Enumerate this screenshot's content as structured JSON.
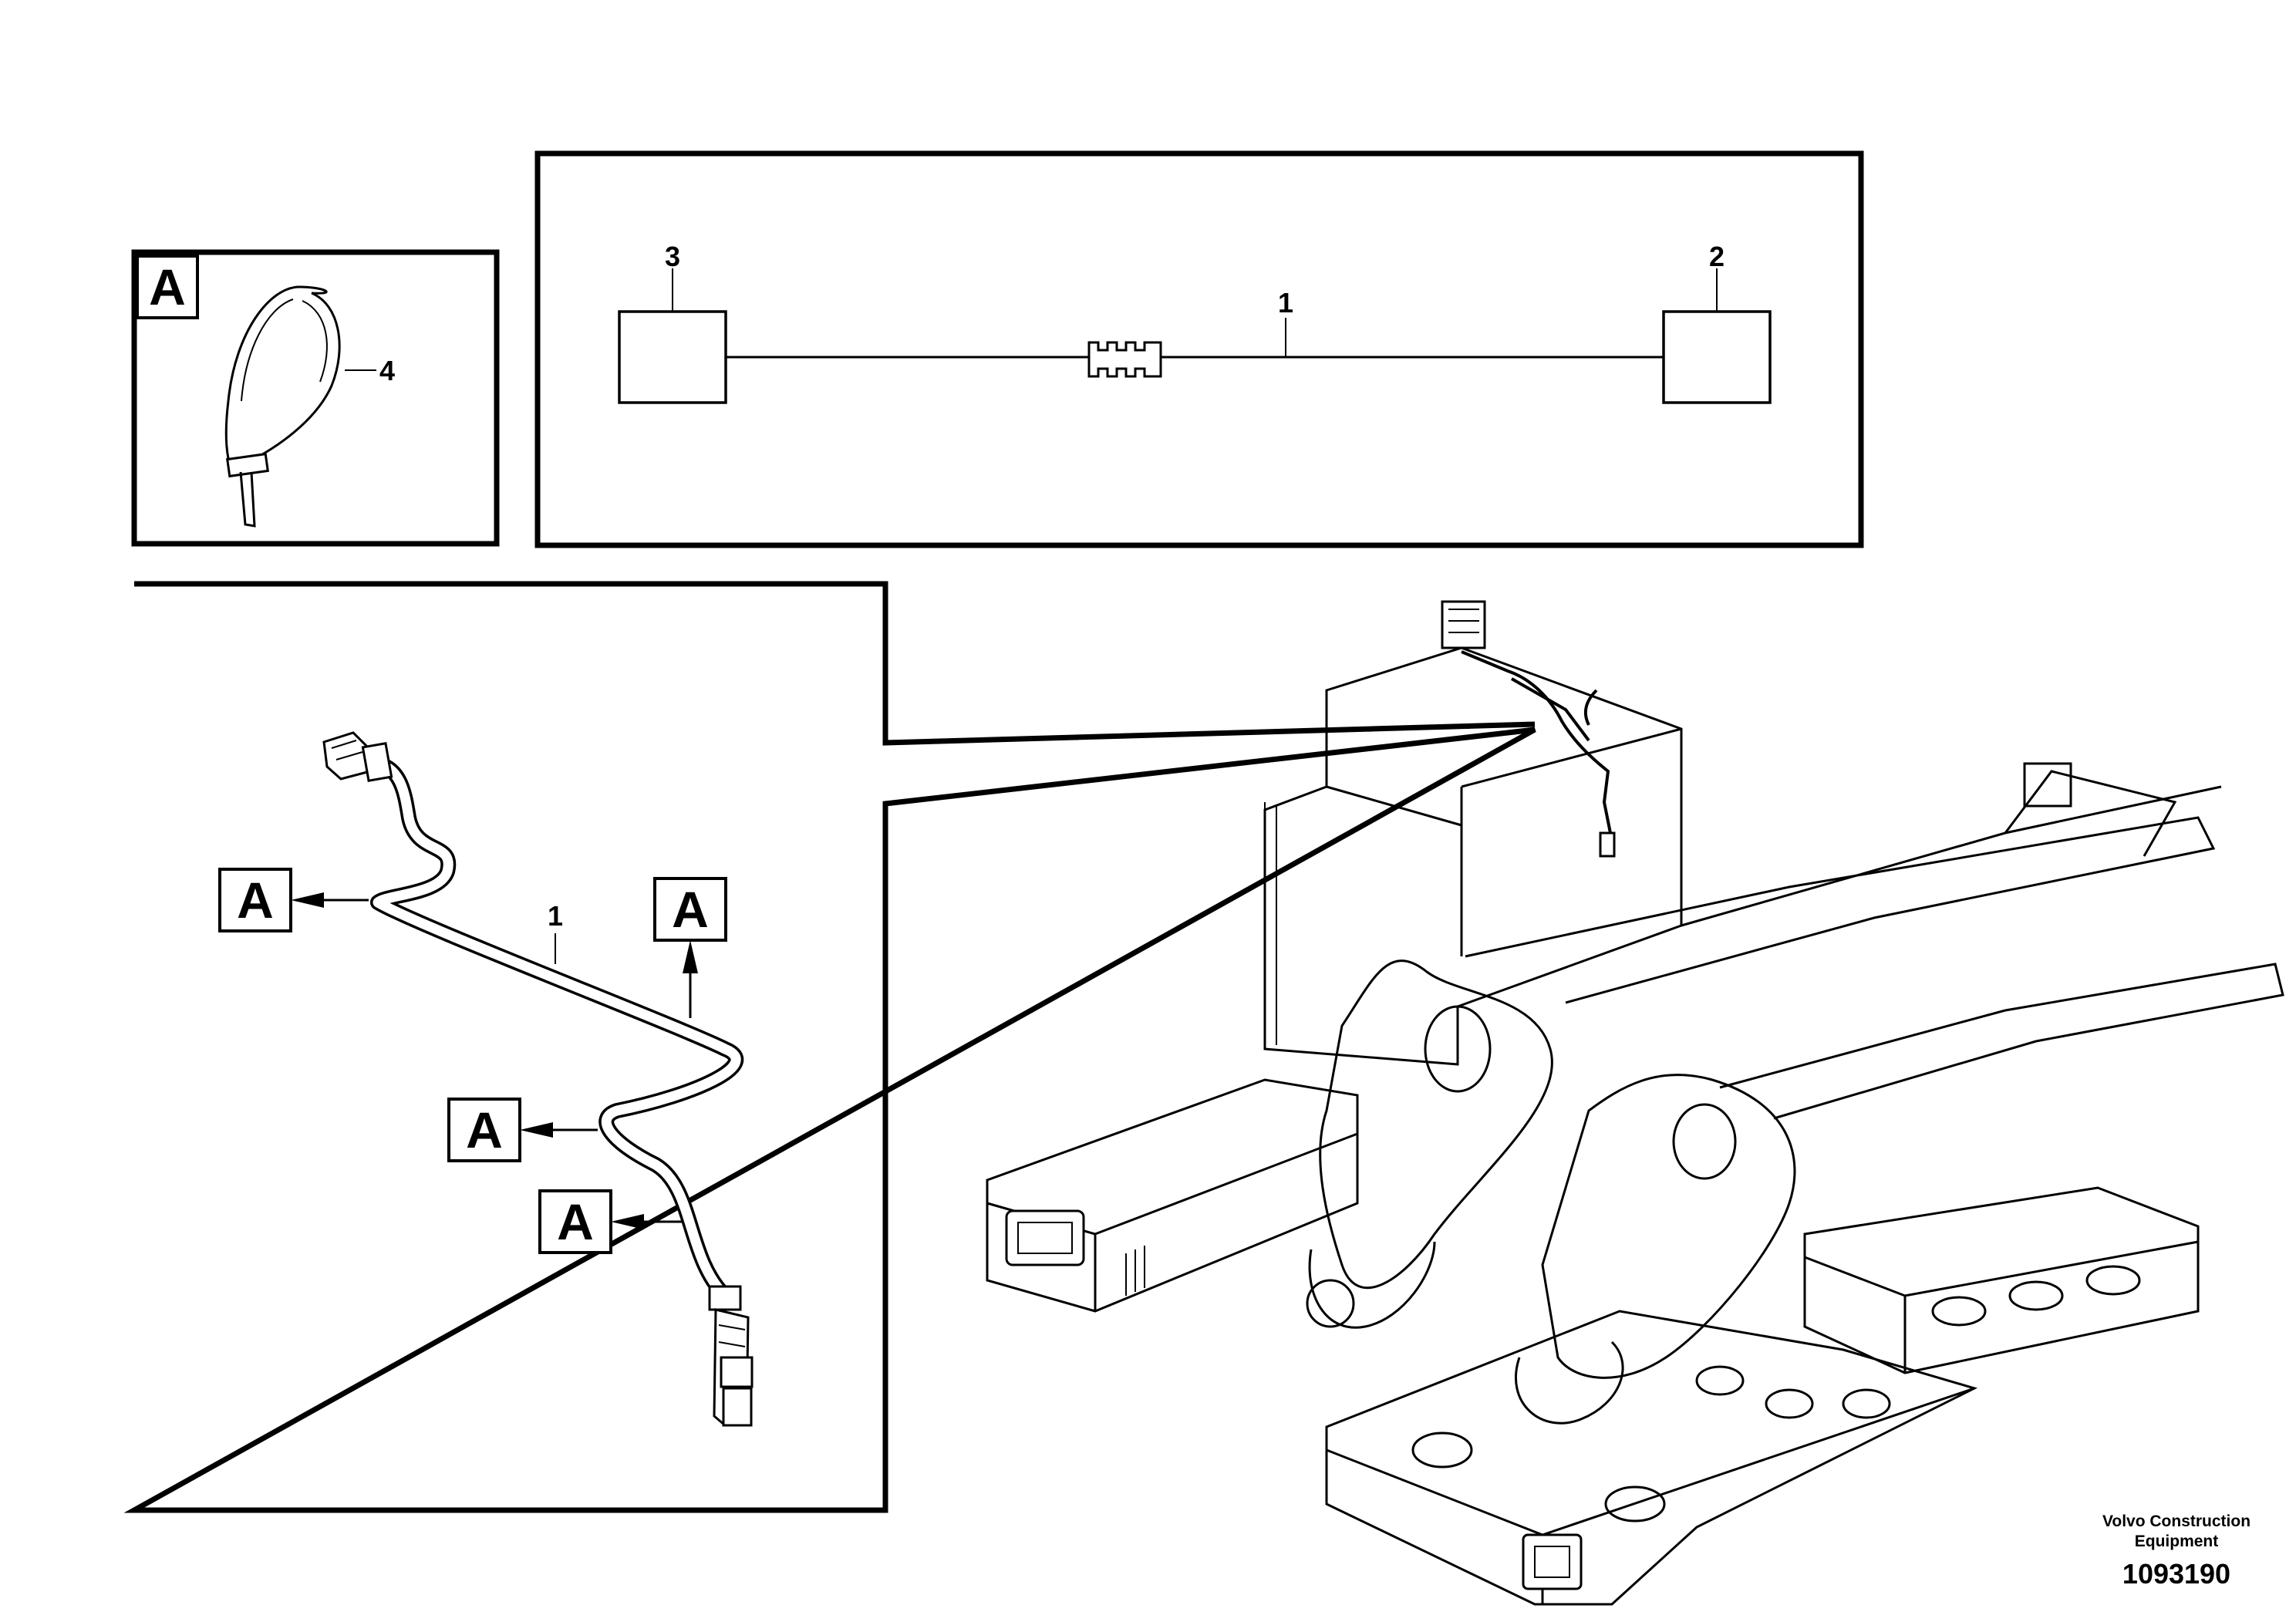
{
  "diagram": {
    "schematic": {
      "cable_label": "1",
      "end_right_label": "2",
      "end_left_label": "3"
    },
    "detail_a": {
      "reference_letter": "A",
      "cable_tie_label": "4"
    },
    "harness_detail": {
      "cable_label": "1",
      "tie_markers": [
        "A",
        "A",
        "A",
        "A"
      ]
    }
  },
  "credit": {
    "company": "Volvo Construction Equipment",
    "drawing_number": "1093190"
  }
}
